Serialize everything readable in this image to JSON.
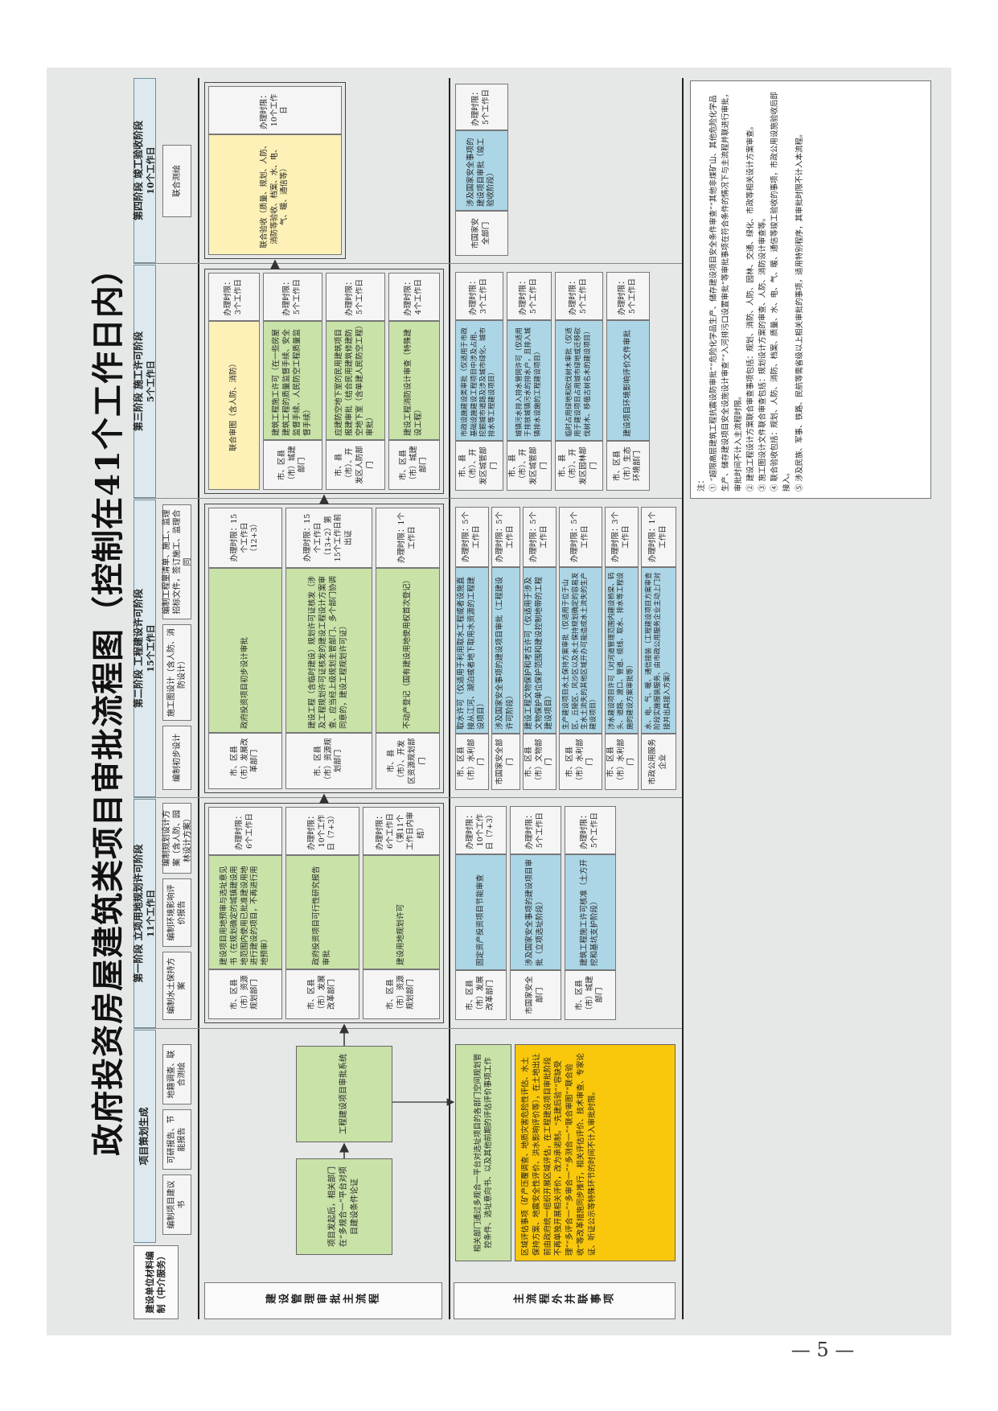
{
  "title": "政府投资房屋建筑类项目审批流程图（控制在41个工作日内）",
  "page_number": "— 5 —",
  "side_labels": {
    "org": "建设单位材料编制（中介服务）",
    "main_flow": "建设管理审批主流程",
    "parallel": "主流程外并联事项"
  },
  "stage0": {
    "name": "项目策划生成",
    "prep": [
      "编制项目建议书",
      "可研报告、节能报告",
      "地籍调查、联合测绘"
    ],
    "box1": "项目发起后，相关部门在“多规合一”平台对项目建设条件论证",
    "box2": "工程建设项目审批系统",
    "parallel_note": "相关部门通过多规合一平台对选址项目的各部门空间规划管控条件、选址意向书、以及其他前期的评估评价事项工作",
    "yellow_box": "区域评估事项（矿产压覆调查、地质灾害危险性评估、水土保持方案、地震安全性评价、洪水影响评价等），在土地出让前由政府统一组织开展区域评估，在工程建设项目审批阶段不再单独开展相关评价，改为承诺制。“先建后验”“容缺受理”“多评合一”“多审合一”“多测合一”“联合审图”“联合验收”等改革措施同步推行，相关评估评价、技术审查、专家论证、听证公示等特殊环节的时间不计入审批时限。"
  },
  "stage1": {
    "name": "第一阶段 立项用地规划许可阶段",
    "days": "11个工作日",
    "prep": [
      "编制水土保持方案",
      "编制环境影响评价报告",
      "编制规划设计方案（含人防、园林设计方案）"
    ],
    "main_rows": [
      {
        "dept": "市、区县（市）资源规划部门",
        "item": "建设项目用地预审与选址意见书（在规划确定的城镇建设用地范围内使用已批准建设用地进行建设的项目，不再进行用地预审）",
        "time": "办理时限：6个工作日"
      },
      {
        "dept": "市、区县（市）发展改革部门",
        "item": "政府投资项目可行性研究报告审批",
        "time": "办理时限：10个工作日（7+3）"
      },
      {
        "dept": "市、区县（市）资源规划部门",
        "item": "建设用地规划许可",
        "time": "办理时限：6个工作日（第11个工作日内审结）"
      }
    ],
    "parallel_rows": [
      {
        "dept": "市、区县（市）发展改革部门",
        "item": "固定资产投资项目节能审查",
        "time": "办理时限：10个工作日（7+3）"
      },
      {
        "dept": "市国家安全部门",
        "item": "涉及国家安全事项的建设项目审批（立项选址阶段）",
        "time": "办理时限：5个工作日"
      },
      {
        "dept": "市、区县（市）城建部门",
        "item": "建筑工程施工许可核准（土方开挖和基坑支护阶段）",
        "time": "办理时限：5个工作日"
      }
    ]
  },
  "stage2": {
    "name": "第二阶段 工程建设许可阶段",
    "days": "15个工作日",
    "prep": [
      "编制初步设计",
      "施工图设计（含人防、消防设计）",
      "编制工程量清单、施工、监理招标文件，签订施工、监理合同"
    ],
    "main_rows": [
      {
        "dept": "市、区县（市）发展改革部门",
        "item": "政府投资项目初步设计审批",
        "time": "办理时限：15个工作日（12+3）"
      },
      {
        "dept": "市、区县（市）资源规划部门",
        "item": "建设工程（含临时建设）规划许可证核发（涉及工程规划许可证核发的建设工程设计方案审查、应当经上级规划主管部门、多个部门协调同意的，建设工程规划许可证）",
        "time": "办理时限：15个工作日（13+2）第15个工作日前出证"
      },
      {
        "dept": "市、县（市）、开发区资源规划部门",
        "item": "不动产登记（国有建设用地使用权首次登记）",
        "time": "办理时限：1个工作日"
      }
    ],
    "parallel_rows": [
      {
        "dept": "市、区县（市）水利部门",
        "item": "取水许可（仅适用于利用取水工程或者设施直接从江河、湖泊或者地下取用水资源的工程建设项目）",
        "time": "办理时限：5个工作日"
      },
      {
        "dept": "市国家安全部门",
        "item": "涉及国家安全事项的建设项目审批（工程建设许可阶段）",
        "time": "办理时限：5个工作日"
      },
      {
        "dept": "市、区县（市）文物部门",
        "item": "建设工程文物保护和考古许可（仅适用于涉及文物保护单位保护范围和建设控制地带的工程建设项目）",
        "time": "办理时限：5个工作日"
      },
      {
        "dept": "市、区县（市）水利部门",
        "item": "生产建设项目水土保持方案审批（仅适用于位于山区、丘陵区、风沙区以及水土保持规划确定的容易发生水土流失的其他区域开办可能造成水土流失的生产建设项目）",
        "time": "办理时限：5个工作日"
      },
      {
        "dept": "市、区县（市）水利部门",
        "item": "涉水建设项目许可（对河道管理范围内建设桥梁、码头、道路、渡口、管道、缆线、取水、排水等工程设施的建设方案审批等）",
        "time": "办理时限：3个工作日"
      },
      {
        "dept": "市政公用服务企业",
        "item": "水、电、气、暖、通信接装（工程建设项目方案审查阶段实施报装服务、由市政公用服务企业主动上门对接并出具接入方案）",
        "time": "办理时限：1个工作日"
      }
    ]
  },
  "stage3": {
    "name": "第三阶段 施工许可阶段",
    "days": "5个工作日",
    "prep": [],
    "main_rows": [
      {
        "dept": "",
        "item": "联合审图（含人防、消防）",
        "time": "办理时限：3个工作日"
      },
      {
        "dept": "市、区县（市）城建部门",
        "item": "建筑工程施工许可（在一些房屋建筑工程的质量监督手续、安全监督手续、人民防空工程质量监督手续）",
        "time": "办理时限：5个工作日"
      },
      {
        "dept": "市、县（市）、开发区人防部门",
        "item": "应建防空地下室的民用建筑项目报建审批（结合民用建筑修建防空地下室（含单建人民防空工程）审批）",
        "time": "办理时限：5个工作日"
      },
      {
        "dept": "市、区县（市）城建部门",
        "item": "建设工程消防设计审查（特殊建设工程）",
        "time": "办理时限：4个工作日"
      }
    ],
    "parallel_rows": [
      {
        "dept": "市、县（市）、开发区城管部门",
        "item": "市政设施建设类审批（仅适用于市政基础设施建设工程项目中涉及占用、挖掘城市道路及涉及城市绿化、城市排水等工程建设项目）",
        "time": "办理时限：3个工作日"
      },
      {
        "dept": "市、县（市）、开发区城管部门",
        "item": "城镇污水排入排水管网许可（仅适用于排放城镇污水的排水户，且排入城镇排水设施的工程建设项目）",
        "time": "办理时限：5个工作日"
      },
      {
        "dept": "市、县（市）、开发区园林部门",
        "item": "临时占用绿地和砍伐树木审批（仅适用于建设项目占用城市绿地或迁移砍伐树木、移植古树名木的建设项目）",
        "time": "办理时限：5个工作日"
      },
      {
        "dept": "市、区县（市）生态环境部门",
        "item": "建设项目环境影响评价文件审批",
        "time": "办理时限：5个工作日"
      }
    ]
  },
  "stage4": {
    "name": "第四阶段 竣工验收阶段",
    "days": "10个工作日",
    "prep": [
      "联合测绘"
    ],
    "main_rows": [
      {
        "dept": "",
        "item": "联合验收（质量、规划、人防、消防等验收、档案、水、电、气、暖、通信等）",
        "time": "办理时限：10个工作日"
      }
    ],
    "parallel_rows": [
      {
        "dept": "市国家安全部门",
        "item": "涉及国家安全事项的建设项目审批（竣工验收阶段）",
        "time": "办理时限：5个工作日"
      }
    ]
  },
  "notes_label": "注：",
  "notes": [
    "① “超限高层建筑工程抗震设防审批”“危险化学品生产、储存建设项目安全条件审查”“其他非煤矿山、其他危险化学品生产、储存建设项目安全设施设计审查”“入河排污口设置审批”等审批事项在符合条件的情况下与主流程并联进行审批，审批时间不计入主流程时限。",
    "② 建设工程设计方案联合审查事项包括：规划、消防、人防、园林、交通、绿化、市政等相关设计方案审查。",
    "③ 施工图设计文件联合审查包括：规划设计方案的审查、人防、消防设计审查等。",
    "④ 联合验收包括：规划、人防、消防、档案、质量、水、电、气、暖、通信等竣工验收的事项，市政公用设施验收后即接入。",
    "⑤ 涉及民族、军事、铁路、民航等需省级以上相关审批的事项，适用特别程序，其审批时限不计入本流程。"
  ]
}
